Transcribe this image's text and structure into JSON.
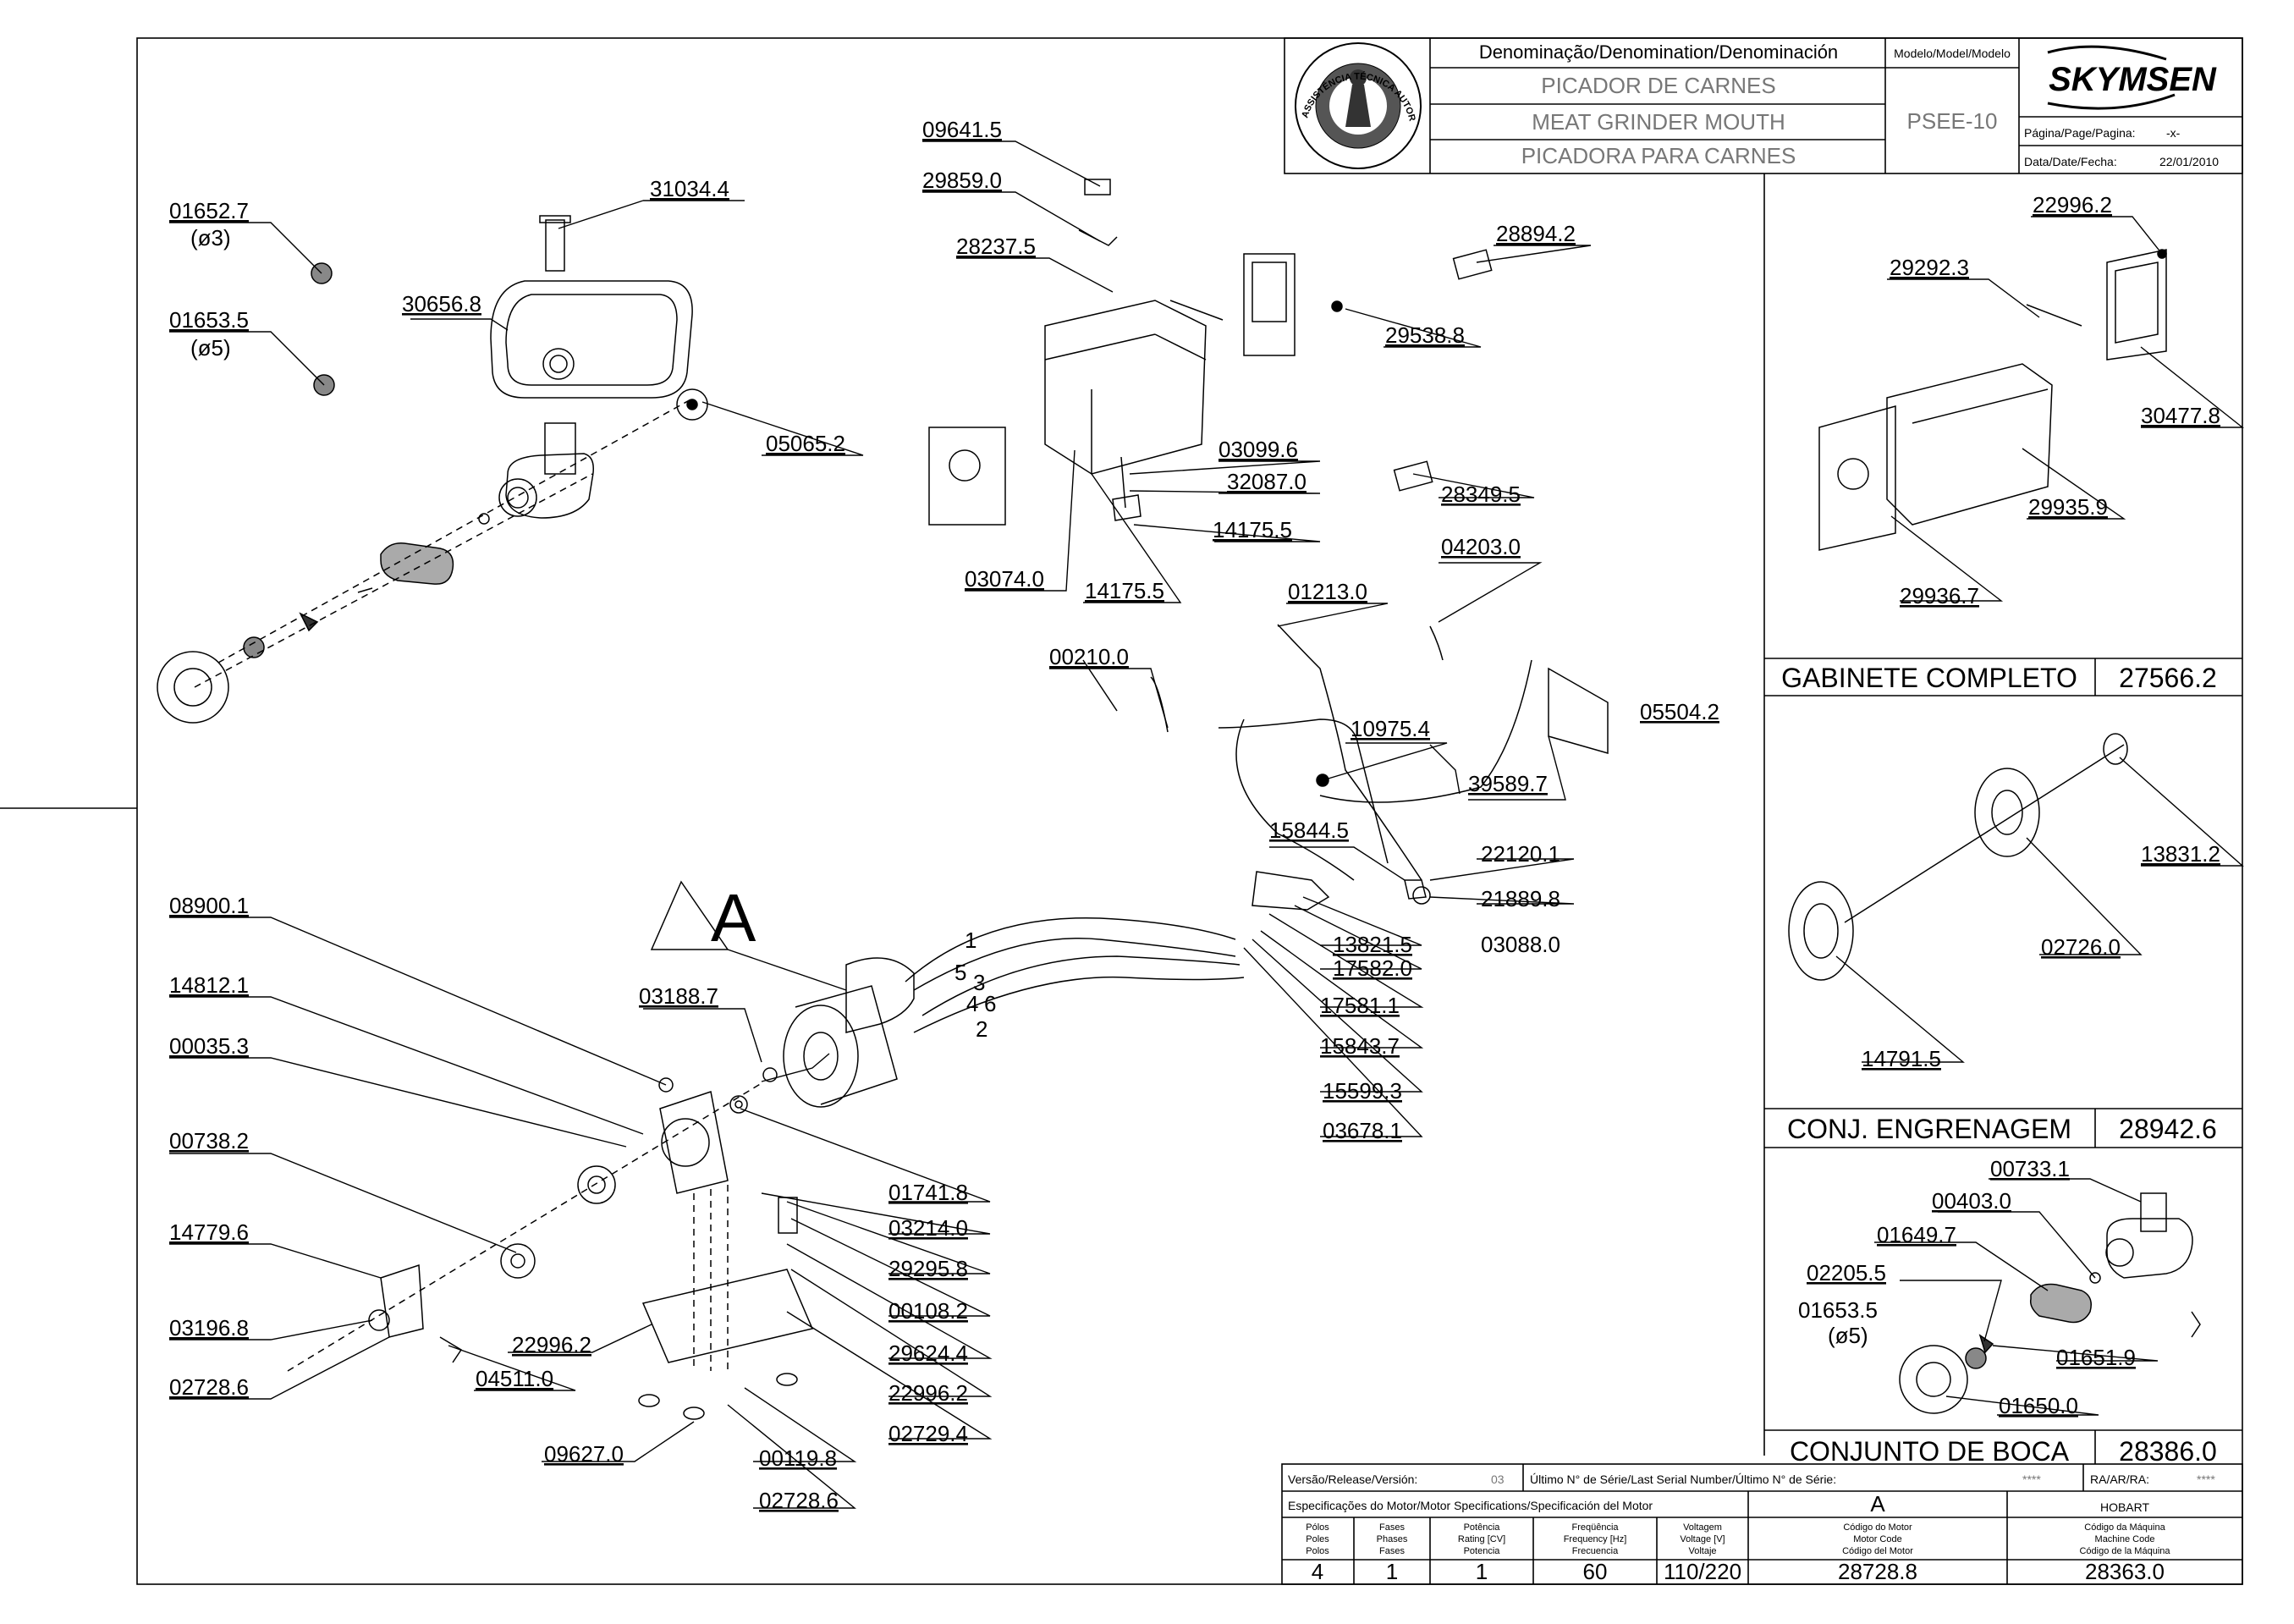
{
  "title_block": {
    "denomination_header": "Denominação/Denomination/Denominación",
    "name_pt": "PICADOR DE CARNES",
    "name_en": "MEAT GRINDER MOUTH",
    "name_es": "PICADORA PARA CARNES",
    "model_header": "Modelo/Model/Modelo",
    "model": "PSEE-10",
    "brand": "SKYMSEN",
    "page_label": "Página/Page/Pagina:",
    "page_value": "-x-",
    "date_label": "Data/Date/Fecha:",
    "date_value": "22/01/2010",
    "seal_text": "ASSISTÊNCIA TÉCNICA AUTORIZADA"
  },
  "sections": {
    "cabinet": {
      "name": "GABINETE COMPLETO",
      "code": "27566.2"
    },
    "gears": {
      "name": "CONJ. ENGRENAGEM",
      "code": "28942.6"
    },
    "mouth": {
      "name": "CONJUNTO DE BOCA",
      "code": "28386.0"
    }
  },
  "callouts": {
    "c01652_7": "01652.7",
    "c01652_7s": "(ø3)",
    "c01653_5": "01653.5",
    "c01653_5s": "(ø5)",
    "c31034_4": "31034.4",
    "c30656_8": "30656.8",
    "c05065_2": "05065.2",
    "c09641_5": "09641.5",
    "c29859_0": "29859.0",
    "c28237_5": "28237.5",
    "c28894_2": "28894.2",
    "c29538_8": "29538.8",
    "c03099_6": "03099.6",
    "c32087_0": "32087.0",
    "c28349_5": "28349.5",
    "c14175_5a": "14175.5",
    "c03074_0": "03074.0",
    "c14175_5b": "14175.5",
    "c04203_0": "04203.0",
    "c01213_0": "01213.0",
    "c00210_0": "00210.0",
    "c10975_4": "10975.4",
    "c05504_2": "05504.2",
    "c39589_7": "39589.7",
    "c15844_5": "15844.5",
    "c22120_1": "22120.1",
    "c21889_8": "21889.8",
    "c13821_5": "13821.5",
    "c03088_0": "03088.0",
    "c17582_0": "17582.0",
    "c17581_1": "17581.1",
    "c15843_7": "15843.7",
    "c15599_3": "15599.3",
    "c03678_1": "03678.1",
    "c08900_1": "08900.1",
    "c14812_1": "14812.1",
    "c00035_3": "00035.3",
    "c00738_2": "00738.2",
    "c14779_6": "14779.6",
    "c03196_8": "03196.8",
    "c02728_6a": "02728.6",
    "c04511_0": "04511.0",
    "c03188_7": "03188.7",
    "c01741_8": "01741.8",
    "c03214_0": "03214.0",
    "c29295_8": "29295.8",
    "c00108_2": "00108.2",
    "c29624_4": "29624.4",
    "c22996_2a": "22996.2",
    "c22996_2b": "22996.2",
    "c02729_4": "02729.4",
    "c09627_0": "09627.0",
    "c00119_8": "00119.8",
    "c02728_6b": "02728.6",
    "c22996_2c": "22996.2",
    "c29292_3": "29292.3",
    "c30477_8": "30477.8",
    "c29935_9": "29935.9",
    "c29936_7": "29936.7",
    "c13831_2": "13831.2",
    "c02726_0": "02726.0",
    "c14791_5": "14791.5",
    "c00733_1": "00733.1",
    "c00403_0": "00403.0",
    "c01649_7": "01649.7",
    "c02205_5": "02205.5",
    "c01653_5b": "01653.5",
    "c01653_5bs": "(ø5)",
    "c01651_9": "01651.9",
    "c01650_0": "01650.0",
    "view_a": "A",
    "wire_1": "1",
    "wire_2": "2",
    "wire_3": "3",
    "wire_4": "4",
    "wire_5": "5",
    "wire_6": "6"
  },
  "bottom_table": {
    "version_label": "Versão/Release/Versión:",
    "version_value": "03",
    "serial_label": "Último N° de Série/Last Serial Number/Último N° de Série:",
    "serial_value": "****",
    "ra_label": "RA/AR/RA:",
    "ra_value": "****",
    "motor_spec_label": "Especificações do Motor/Motor Specifications/Specificación del Motor",
    "col_a": "A",
    "col_brand": "HOBART",
    "h_poles": [
      "Pólos",
      "Poles",
      "Polos"
    ],
    "h_phases": [
      "Fases",
      "Phases",
      "Fases"
    ],
    "h_power": [
      "Potência",
      "Rating [CV]",
      "Potencia"
    ],
    "h_freq": [
      "Freqüência",
      "Frequency [Hz]",
      "Frecuencia"
    ],
    "h_voltage": [
      "Voltagem",
      "Voltage [V]",
      "Voltaje"
    ],
    "h_motor_code": [
      "Código do Motor",
      "Motor Code",
      "Código del Motor"
    ],
    "h_machine_code": [
      "Código da Máquina",
      "Machine Code",
      "Código de la Máquina"
    ],
    "v_poles": "4",
    "v_phases": "1",
    "v_power": "1",
    "v_freq": "60",
    "v_voltage": "110/220",
    "v_motor_code": "28728.8",
    "v_machine_code": "28363.0"
  }
}
